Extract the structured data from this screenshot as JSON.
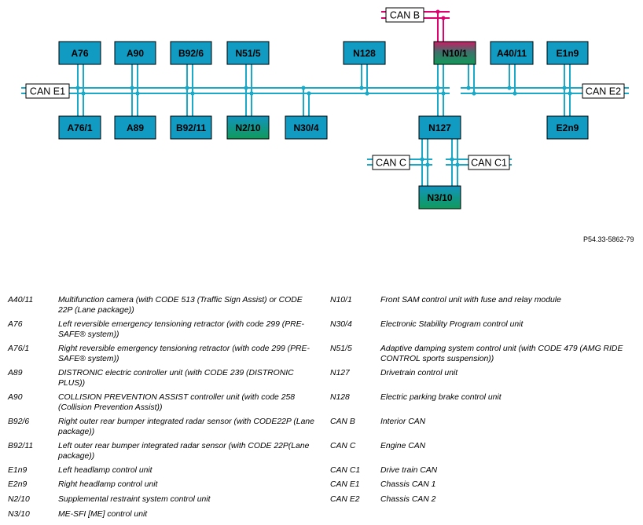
{
  "diagram": {
    "colors": {
      "bus": "#1aa9c8",
      "module_fill": "#119ac2",
      "module_stroke": "#000000",
      "interior_can": "#e0006e",
      "gradient_green": "#0f9a5a",
      "gradient_magenta": "#c81e64",
      "gradient_blue": "#1294bf"
    },
    "reference": "P54.33-5862-79",
    "bus_labels": {
      "can_b": "CAN B",
      "can_e1": "CAN E1",
      "can_e2": "CAN E2",
      "can_c": "CAN C",
      "can_c1": "CAN C1"
    },
    "modules": {
      "a76": "A76",
      "a90": "A90",
      "b92_6": "B92/6",
      "n51_5": "N51/5",
      "n128": "N128",
      "n10_1": "N10/1",
      "a40_11": "A40/11",
      "e1n9": "E1n9",
      "a76_1": "A76/1",
      "a89": "A89",
      "b92_11": "B92/11",
      "n2_10": "N2/10",
      "n30_4": "N30/4",
      "n127": "N127",
      "e2n9": "E2n9",
      "n3_10": "N3/10"
    }
  },
  "legend_left": [
    {
      "code": "A40/11",
      "desc": "Multifunction camera (with CODE 513 (Traffic Sign Assist) or CODE 22P (Lane package))"
    },
    {
      "code": "A76",
      "desc": "Left reversible emergency tensioning retractor (with code 299 (PRE-SAFE® system))"
    },
    {
      "code": "A76/1",
      "desc": "Right reversible emergency tensioning retractor (with code 299 (PRE-SAFE® system))"
    },
    {
      "code": "A89",
      "desc": "DISTRONIC electric controller unit (with CODE 239 (DISTRONIC PLUS))"
    },
    {
      "code": "A90",
      "desc": "COLLISION PREVENTION ASSIST controller unit (with code 258 (Collision Prevention Assist))"
    },
    {
      "code": "B92/6",
      "desc": "Right outer rear bumper integrated radar sensor (with CODE22P (Lane package))"
    },
    {
      "code": "B92/11",
      "desc": "Left outer rear bumper integrated radar sensor (with CODE 22P(Lane package))"
    },
    {
      "code": "E1n9",
      "desc": "Left headlamp control unit"
    },
    {
      "code": "E2n9",
      "desc": "Right headlamp control unit"
    },
    {
      "code": "N2/10",
      "desc": "Supplemental restraint system control unit"
    },
    {
      "code": "N3/10",
      "desc": "ME-SFI [ME] control unit"
    }
  ],
  "legend_right": [
    {
      "code": "N10/1",
      "desc": "Front SAM control unit with fuse and relay module"
    },
    {
      "code": "N30/4",
      "desc": "Electronic Stability Program control unit"
    },
    {
      "code": "N51/5",
      "desc": "Adaptive damping system control unit (with CODE 479 (AMG RIDE CONTROL sports suspension))"
    },
    {
      "code": "N127",
      "desc": "Drivetrain control unit"
    },
    {
      "code": "N128",
      "desc": "Electric parking brake control unit"
    },
    {
      "code": "CAN B",
      "desc": "Interior CAN"
    },
    {
      "code": "CAN C",
      "desc": "Engine CAN"
    },
    {
      "code": "CAN C1",
      "desc": "Drive train CAN"
    },
    {
      "code": "CAN E1",
      "desc": "Chassis CAN 1"
    },
    {
      "code": "CAN E2",
      "desc": "Chassis CAN 2"
    }
  ]
}
